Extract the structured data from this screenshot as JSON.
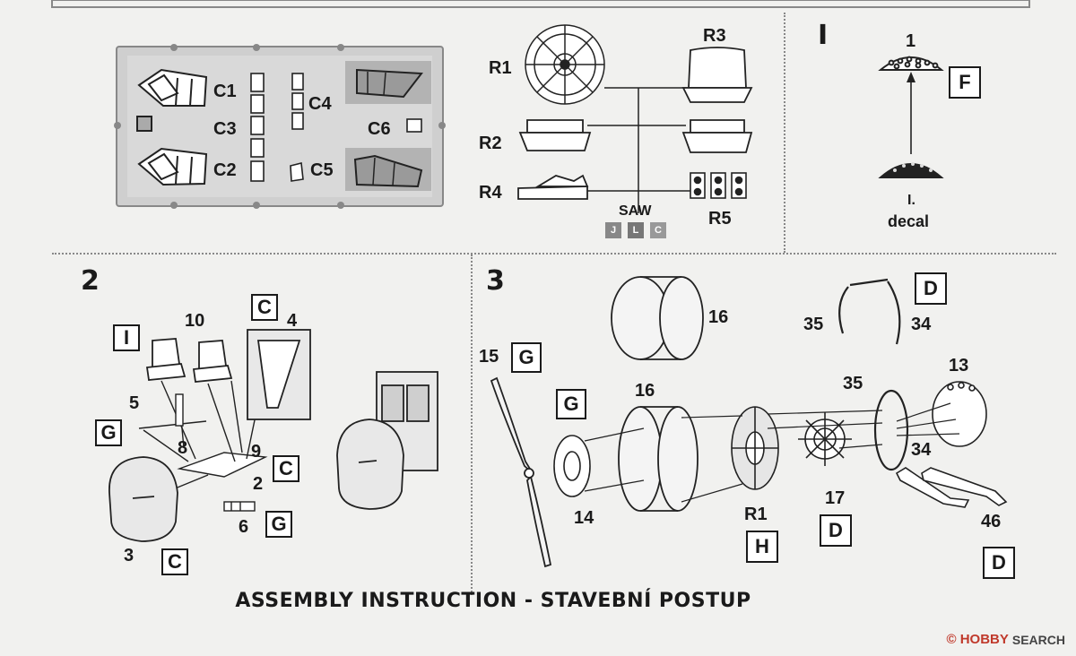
{
  "sprue_c": {
    "labels": [
      "C1",
      "C3",
      "C2",
      "C4",
      "C6",
      "C5"
    ]
  },
  "sprue_r": {
    "labels": [
      "R1",
      "R3",
      "R2",
      "R4",
      "R5"
    ],
    "saw_label": "SAW",
    "paint_codes": [
      "J",
      "L",
      "C"
    ]
  },
  "panel_i": {
    "step": "I",
    "part_number": "1",
    "box": "F",
    "decal_line1": "I.",
    "decal_line2": "decal"
  },
  "step2": {
    "step": "2",
    "boxes": [
      "I",
      "C",
      "G",
      "C",
      "G",
      "C"
    ],
    "parts": [
      "10",
      "4",
      "5",
      "8",
      "9",
      "2",
      "6",
      "3"
    ]
  },
  "step3": {
    "step": "3",
    "boxes": [
      "D",
      "G",
      "G",
      "H",
      "D",
      "D"
    ],
    "parts": [
      "16",
      "35",
      "34",
      "15",
      "13",
      "16",
      "35",
      "34",
      "14",
      "R1",
      "17",
      "46"
    ]
  },
  "footer": {
    "title": "ASSEMBLY INSTRUCTION - STAVEBNÍ POSTUP",
    "watermark_logo": "© HOBBY",
    "watermark_text": "SEARCH"
  }
}
